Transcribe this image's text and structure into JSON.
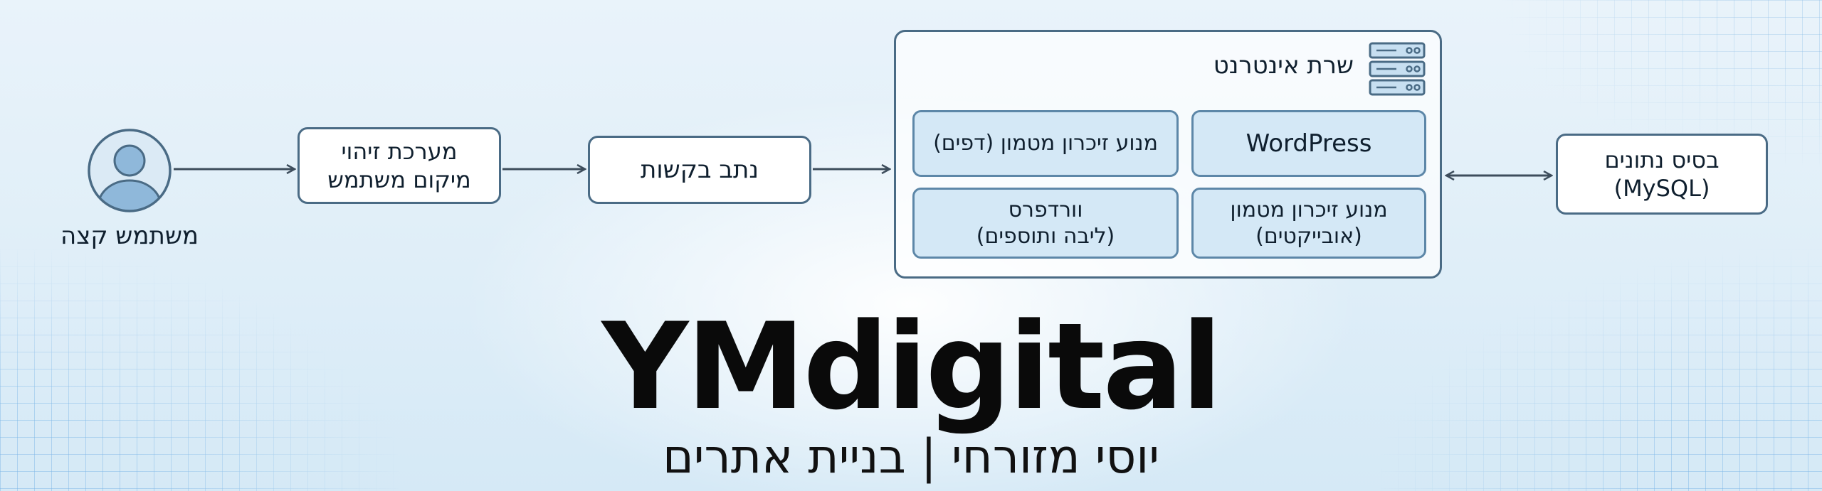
{
  "nodes": {
    "end_user": "משתמש קצה",
    "auth": "מערכת זיהוי\nמיקום משתמש",
    "router": "נתב בקשות",
    "web_server": "שרת אינטרנט",
    "wordpress": "WordPress",
    "page_cache": "מנוע זיכרון מטמון (דפים)",
    "object_cache": "מנוע זיכרון מטמון\n(אובייקטים)",
    "wp_core": "וורדפרס\n(ליבה ותוספים)",
    "database": "בסיס נתונים\n(MySQL)"
  },
  "brand": {
    "name": "YMdigital",
    "tagline": "יוסי מזורחי | בניית אתרים"
  },
  "icons": [
    "user-icon",
    "server-icon"
  ],
  "colors": {
    "box_border": "#4a6b85",
    "inner_fill": "#d4e8f6",
    "arrow": "#3d4d5c"
  }
}
